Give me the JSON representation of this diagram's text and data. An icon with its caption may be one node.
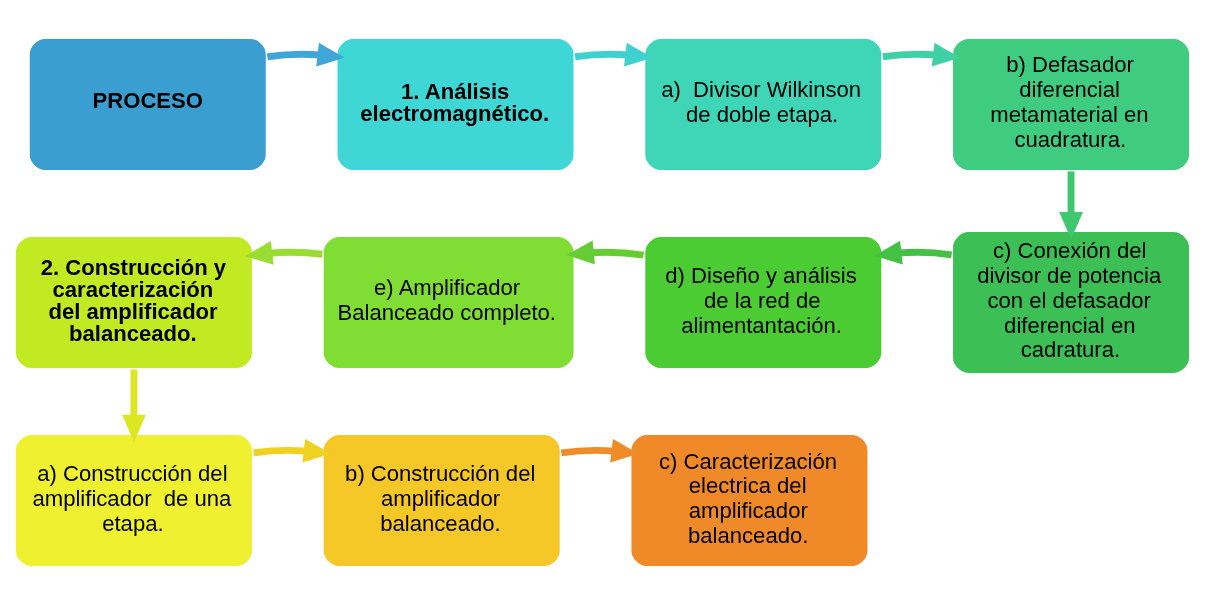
{
  "diagram": {
    "nodes": [
      {
        "text": [
          "PROCESO"
        ]
      },
      {
        "text": [
          "1. Análisis electromagnético."
        ]
      },
      {
        "text": [
          "a)  Divisor Wilkinson de doble etapa."
        ]
      },
      {
        "text": [
          "b) Defasador diferencial metamaterial en cuadratura."
        ]
      },
      {
        "text": [
          "c) Conexión del divisor de potencia con el defasador diferencial en cadratura."
        ]
      },
      {
        "text": [
          "d) Diseño y análisis de la red de alimentantación."
        ]
      },
      {
        "text": [
          "e) Amplificador Balanceado completo."
        ]
      },
      {
        "text": [
          "2. Construcción y caracterización del amplificador balanceado."
        ]
      },
      {
        "text": [
          "a) Construcción del amplificador  de una etapa."
        ]
      },
      {
        "text": [
          "b) Construcción del amplificador balanceado."
        ]
      },
      {
        "text": [
          "c) Caracterización electrica del amplificador balanceado."
        ]
      }
    ],
    "edges": [
      {
        "from": 0,
        "to": 1,
        "arrow": "to",
        "color": "#3fa6d6"
      },
      {
        "from": 1,
        "to": 2,
        "arrow": "to",
        "color": "#3fd0d0"
      },
      {
        "from": 2,
        "to": 3,
        "arrow": "to",
        "color": "#3fd0a6"
      },
      {
        "from": 3,
        "to": 4,
        "arrow": "to",
        "color": "#3fc870"
      },
      {
        "from": 4,
        "to": 5,
        "arrow": "to",
        "color": "#44c044"
      },
      {
        "from": 5,
        "to": 6,
        "arrow": "to",
        "color": "#66cc33"
      },
      {
        "from": 6,
        "to": 7,
        "arrow": "to",
        "color": "#99dd33"
      },
      {
        "from": 7,
        "to": 8,
        "arrow": "to",
        "color": "#dde622"
      },
      {
        "from": 8,
        "to": 9,
        "arrow": "to",
        "color": "#f0d020"
      },
      {
        "from": 9,
        "to": 10,
        "arrow": "to",
        "color": "#f08c28"
      }
    ]
  }
}
